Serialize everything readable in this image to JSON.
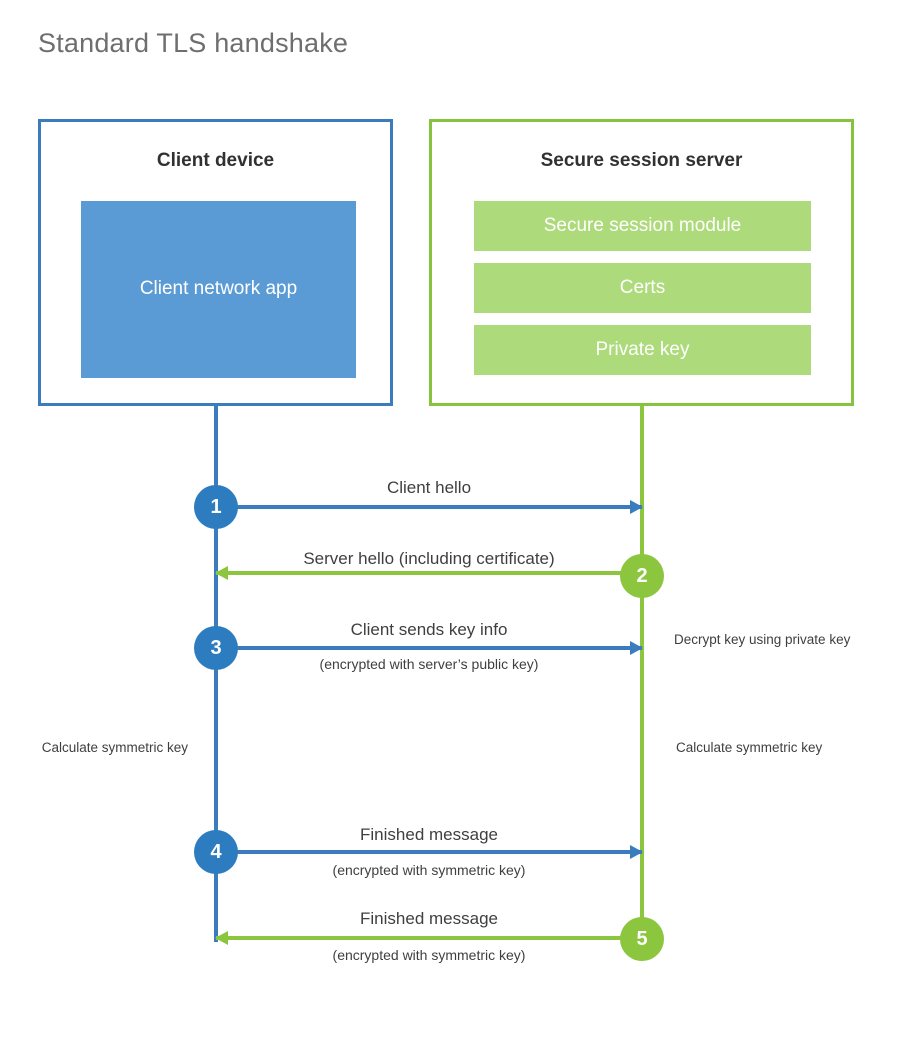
{
  "title": "Standard TLS handshake",
  "colors": {
    "client_border": "#3a7cbe",
    "client_fill": "#5b9bd5",
    "server_border": "#86c440",
    "server_fill": "#adda7a",
    "client_line": "#3a7cbe",
    "server_line": "#8cc63f",
    "step_blue": "#2e7cc0",
    "step_green": "#8cc63f",
    "text": "#3f3f3f",
    "title_text": "#6e6e6e",
    "background": "#ffffff"
  },
  "client": {
    "title": "Client device",
    "app_label": "Client network app"
  },
  "server": {
    "title": "Secure session server",
    "components": [
      "Secure session module",
      "Certs",
      "Private key"
    ]
  },
  "steps": [
    {
      "number": "1",
      "label": "Client hello",
      "sublabel": "",
      "direction": "client-to-server",
      "color": "#2e7cc0"
    },
    {
      "number": "2",
      "label": "Server hello (including certificate)",
      "sublabel": "",
      "direction": "server-to-client",
      "color": "#8cc63f"
    },
    {
      "number": "3",
      "label": "Client sends key info",
      "sublabel": "(encrypted with server’s public key)",
      "direction": "client-to-server",
      "color": "#2e7cc0"
    },
    {
      "number": "4",
      "label": "Finished message",
      "sublabel": "(encrypted with symmetric key)",
      "direction": "client-to-server",
      "color": "#2e7cc0"
    },
    {
      "number": "5",
      "label": "Finished message",
      "sublabel": "(encrypted with symmetric key)",
      "direction": "server-to-client",
      "color": "#8cc63f"
    }
  ],
  "notes": {
    "decrypt_key": "Decrypt key using private key",
    "client_calculate": "Calculate symmetric key",
    "server_calculate": "Calculate symmetric key"
  }
}
